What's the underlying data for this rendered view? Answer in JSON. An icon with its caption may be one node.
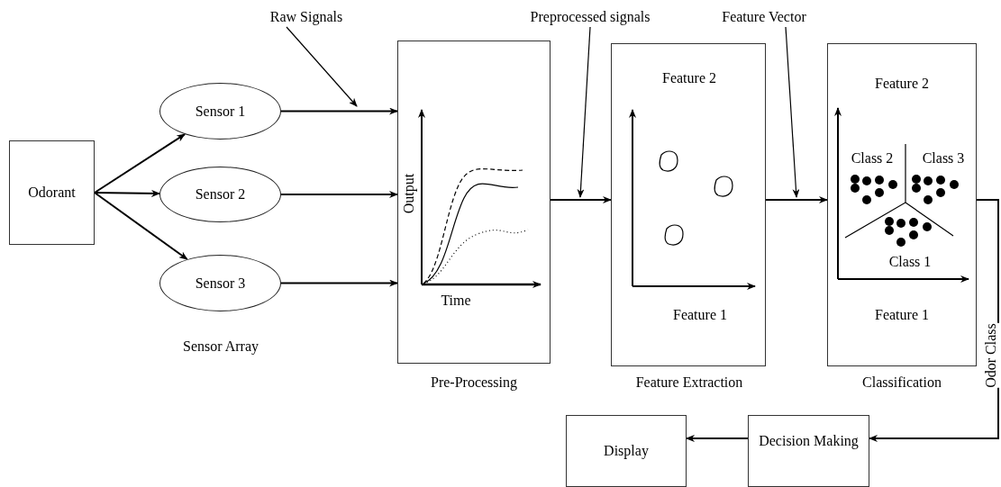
{
  "diagram": {
    "nodes": [
      {
        "text": [
          "Odorant"
        ]
      },
      {
        "text": [
          "Sensor 1"
        ]
      },
      {
        "text": [
          "Sensor 2"
        ]
      },
      {
        "text": [
          "Sensor 3"
        ]
      },
      {
        "text": [
          "Output",
          "Time",
          "Pre-Processing"
        ]
      },
      {
        "text": [
          "Feature 2",
          "Feature 1",
          "Feature Extraction"
        ]
      },
      {
        "text": [
          "Feature 2",
          "Class 2",
          "Class 3",
          "Class 1",
          "Feature 1",
          "Classification"
        ]
      },
      {
        "text": [
          "Decision Making"
        ]
      },
      {
        "text": [
          "Display"
        ]
      },
      {
        "text": [
          "Raw Signals"
        ]
      },
      {
        "text": [
          "Preprocessed signals"
        ]
      },
      {
        "text": [
          "Feature Vector"
        ]
      }
    ],
    "edges": [
      {
        "from": 0,
        "to": 1,
        "arrow": "to"
      },
      {
        "from": 0,
        "to": 2,
        "arrow": "to"
      },
      {
        "from": 0,
        "to": 3,
        "arrow": "to"
      },
      {
        "from": 1,
        "to": 4,
        "arrow": "to"
      },
      {
        "from": 2,
        "to": 4,
        "arrow": "to"
      },
      {
        "from": 3,
        "to": 4,
        "arrow": "to"
      },
      {
        "from": 4,
        "to": 5,
        "arrow": "to"
      },
      {
        "from": 5,
        "to": 6,
        "arrow": "to"
      },
      {
        "from": 6,
        "to": 7,
        "arrow": "to",
        "label": "Odor Class"
      },
      {
        "from": 7,
        "to": 8,
        "arrow": "to"
      },
      {
        "from": 9,
        "to": null,
        "arrow": "to"
      },
      {
        "from": 10,
        "to": null,
        "arrow": "to"
      },
      {
        "from": 11,
        "to": null,
        "arrow": "to"
      }
    ],
    "labels": [
      "Sensor Array"
    ]
  }
}
